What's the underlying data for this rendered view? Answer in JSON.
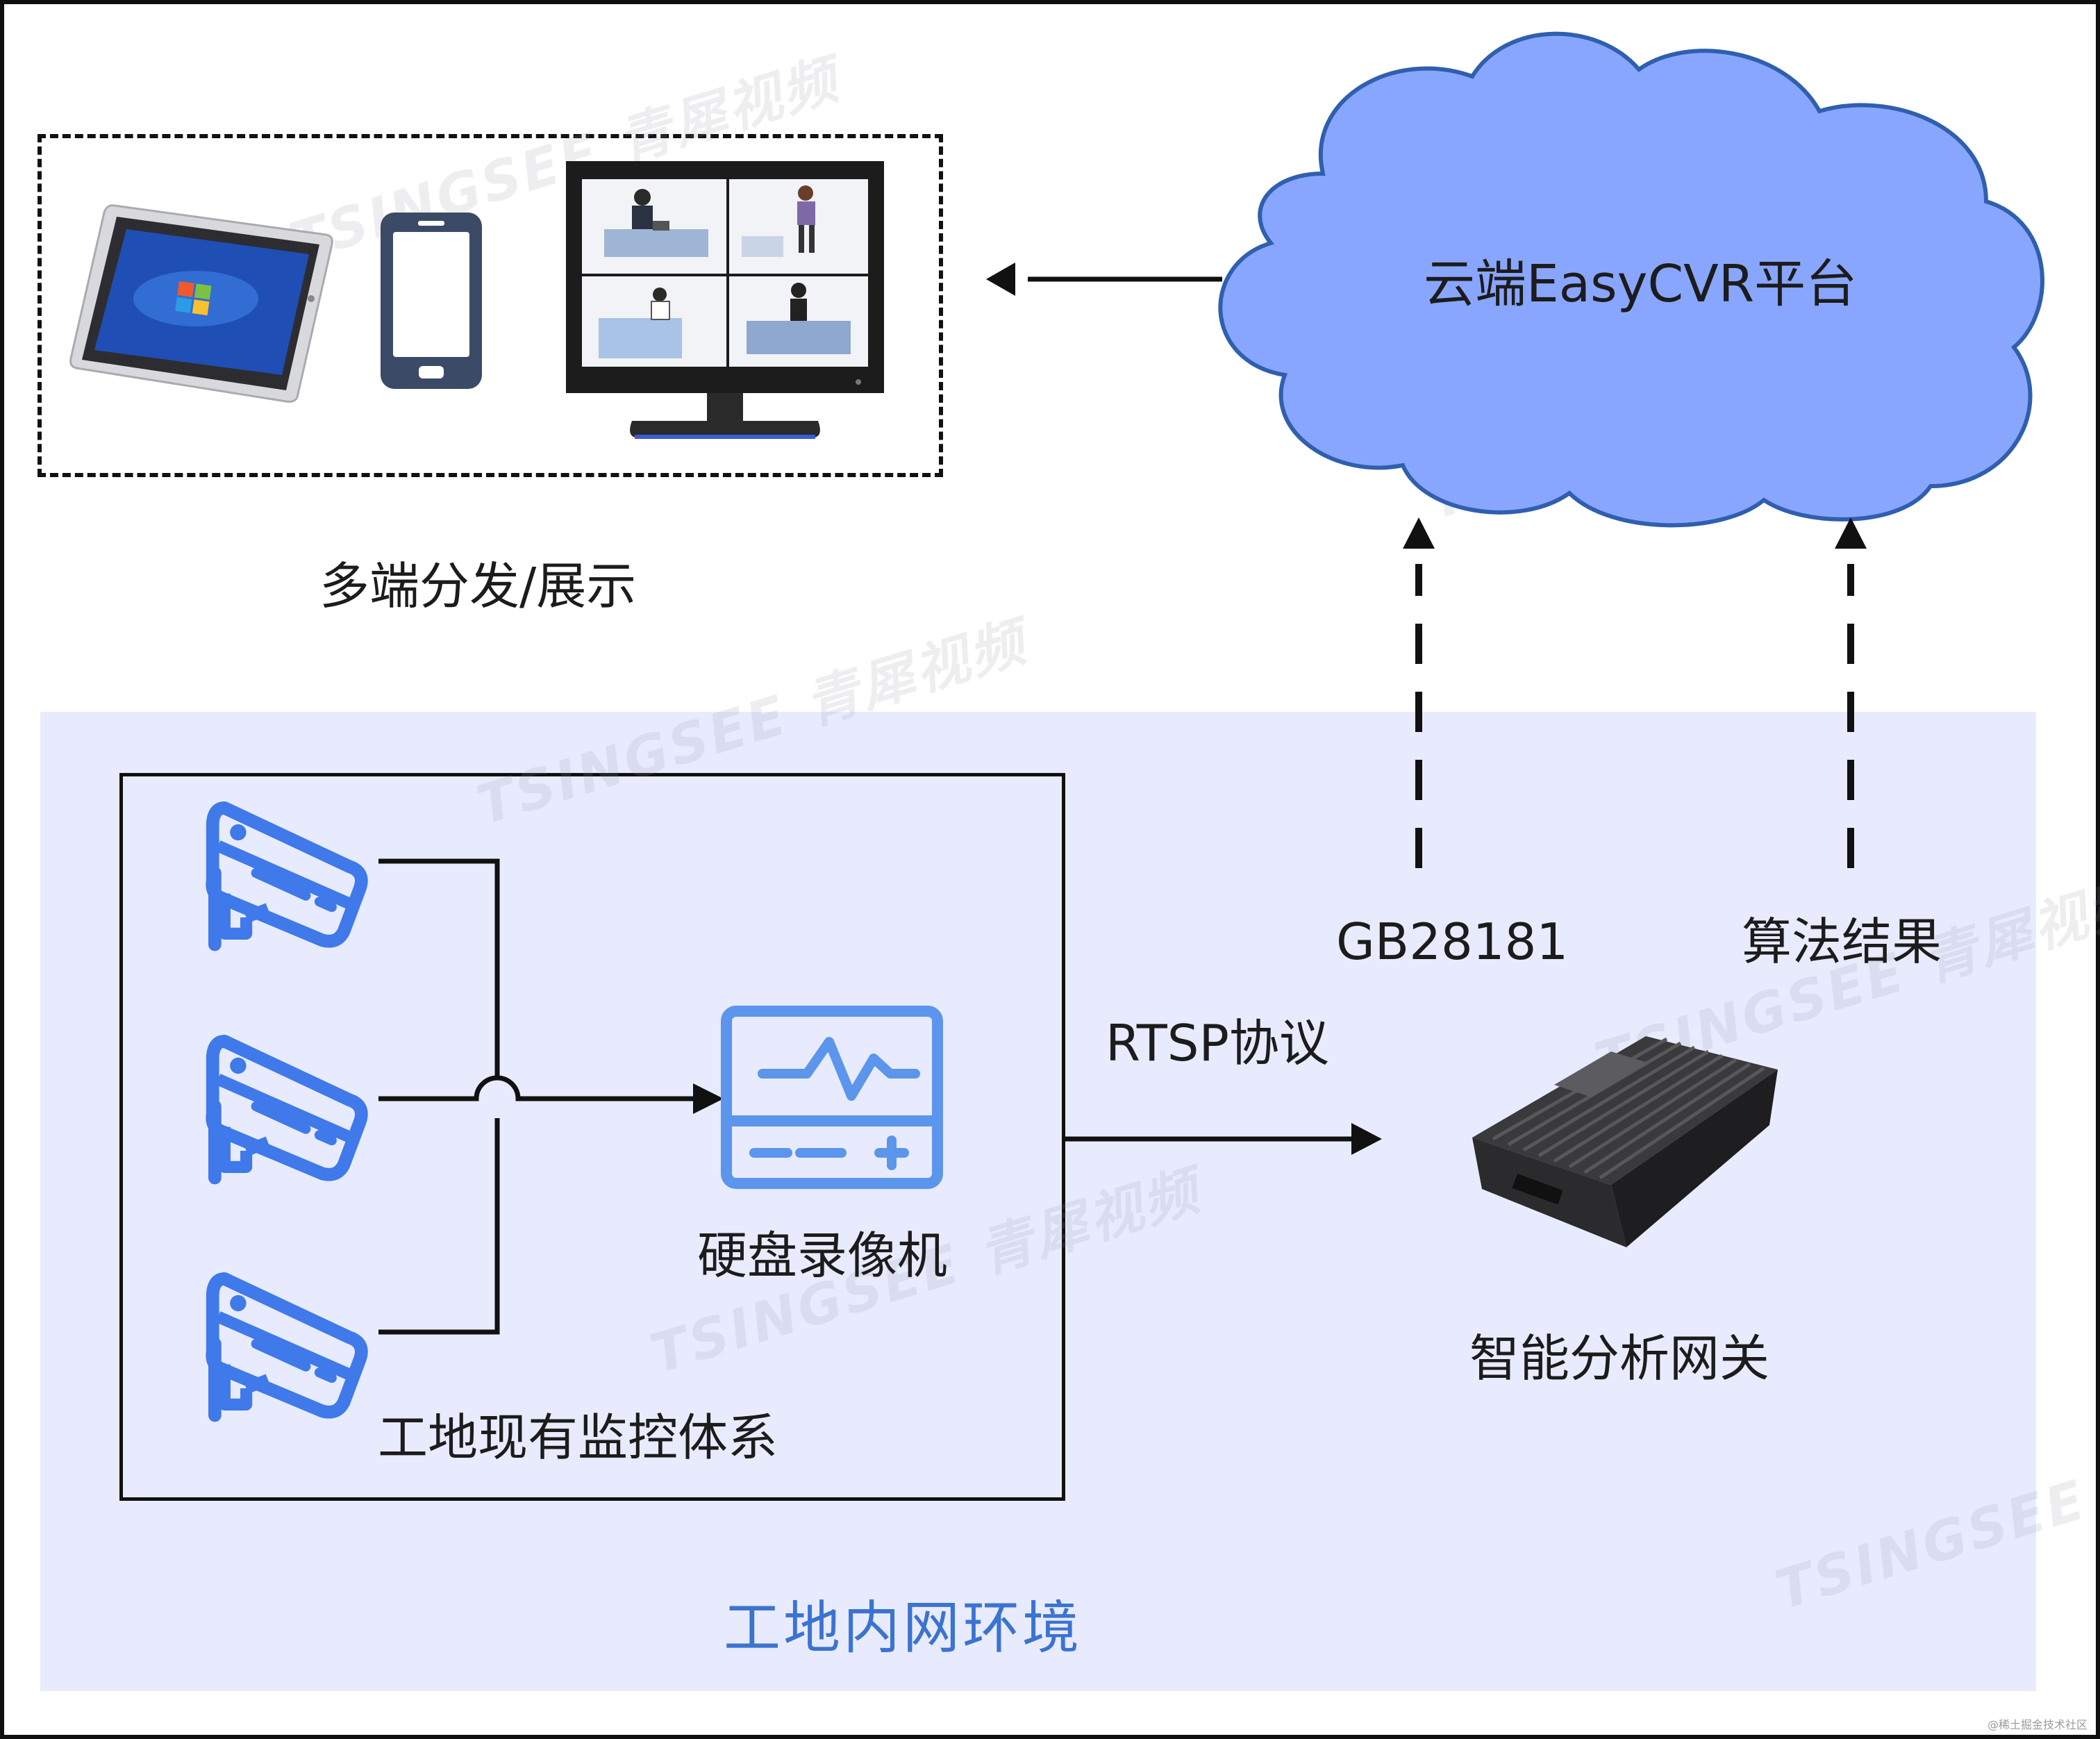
{
  "cloud": {
    "label": "云端EasyCVR平台"
  },
  "display": {
    "label": "多端分发/展示"
  },
  "lan": {
    "label": "工地内网环境"
  },
  "monitoring": {
    "label": "工地现有监控体系"
  },
  "nvr": {
    "label": "硬盘录像机"
  },
  "protocol": {
    "label": "RTSP协议"
  },
  "gateway": {
    "label": "智能分析网关"
  },
  "uplinks": {
    "gb_label": "GB28181",
    "algo_label": "算法结果"
  },
  "watermark": {
    "text": "TSINGSEE 青犀视频"
  },
  "credit": {
    "text": "@稀土掘金技术社区"
  },
  "colors": {
    "accent_blue": "#3b73d0",
    "cloud_fill": "#89a6ff",
    "lan_bg": "#e8ebfd"
  },
  "icons": [
    "tablet-icon",
    "smartphone-icon",
    "monitor-icon",
    "security-camera-icon",
    "nvr-icon",
    "gateway-device-icon"
  ]
}
